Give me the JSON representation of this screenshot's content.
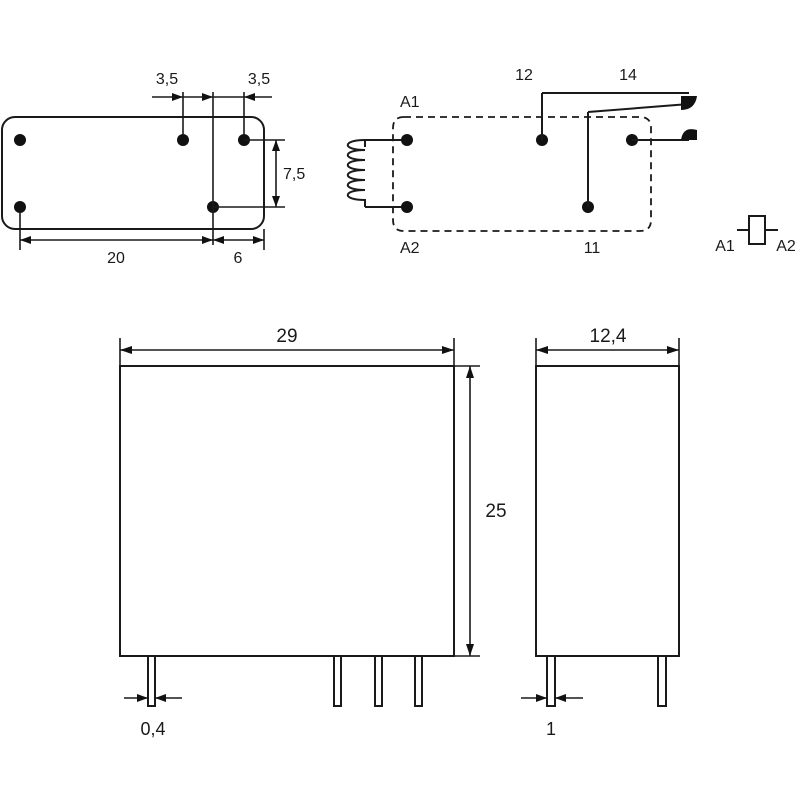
{
  "pinout": {
    "dim_pitch_left": "3,5",
    "dim_pitch_right": "3,5",
    "dim_vertical": "7,5",
    "dim_length": "20",
    "dim_offset": "6"
  },
  "schematic": {
    "label_a1": "A1",
    "label_a2": "A2",
    "label_12": "12",
    "label_14": "14",
    "label_11": "11"
  },
  "symbol": {
    "label_a1": "A1",
    "label_a2": "A2"
  },
  "front_view": {
    "dim_width": "29",
    "dim_height": "25",
    "dim_pin": "0,4"
  },
  "side_view": {
    "dim_width": "12,4",
    "dim_pin": "1"
  }
}
